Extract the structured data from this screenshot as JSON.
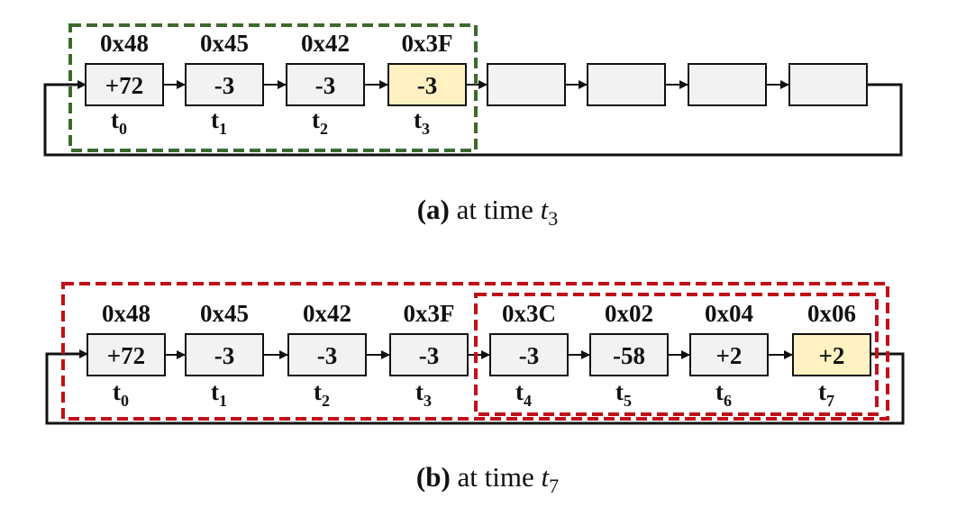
{
  "colors": {
    "box_fill": "#f2f2f2",
    "highlight_fill": "#fff1c2",
    "green_dash": "#3b6a2c",
    "red_dash": "#c0101a",
    "line": "#111111"
  },
  "panel_a": {
    "caption_label": "(a)",
    "caption_text": " at time ",
    "caption_var": "t",
    "caption_sub": "3",
    "cells": [
      {
        "addr": "0x48",
        "value": "+72",
        "t": "t",
        "t_sub": "0",
        "highlight": false
      },
      {
        "addr": "0x45",
        "value": "-3",
        "t": "t",
        "t_sub": "1",
        "highlight": false
      },
      {
        "addr": "0x42",
        "value": "-3",
        "t": "t",
        "t_sub": "2",
        "highlight": false
      },
      {
        "addr": "0x3F",
        "value": "-3",
        "t": "t",
        "t_sub": "3",
        "highlight": true
      },
      {
        "addr": "",
        "value": "",
        "t": "",
        "t_sub": "",
        "highlight": false
      },
      {
        "addr": "",
        "value": "",
        "t": "",
        "t_sub": "",
        "highlight": false
      },
      {
        "addr": "",
        "value": "",
        "t": "",
        "t_sub": "",
        "highlight": false
      },
      {
        "addr": "",
        "value": "",
        "t": "",
        "t_sub": "",
        "highlight": false
      }
    ]
  },
  "panel_b": {
    "caption_label": "(b)",
    "caption_text": " at time ",
    "caption_var": "t",
    "caption_sub": "7",
    "cells": [
      {
        "addr": "0x48",
        "value": "+72",
        "t": "t",
        "t_sub": "0",
        "highlight": false
      },
      {
        "addr": "0x45",
        "value": "-3",
        "t": "t",
        "t_sub": "1",
        "highlight": false
      },
      {
        "addr": "0x42",
        "value": "-3",
        "t": "t",
        "t_sub": "2",
        "highlight": false
      },
      {
        "addr": "0x3F",
        "value": "-3",
        "t": "t",
        "t_sub": "3",
        "highlight": false
      },
      {
        "addr": "0x3C",
        "value": "-3",
        "t": "t",
        "t_sub": "4",
        "highlight": false
      },
      {
        "addr": "0x02",
        "value": "-58",
        "t": "t",
        "t_sub": "5",
        "highlight": false
      },
      {
        "addr": "0x04",
        "value": "+2",
        "t": "t",
        "t_sub": "6",
        "highlight": false
      },
      {
        "addr": "0x06",
        "value": "+2",
        "t": "t",
        "t_sub": "7",
        "highlight": true
      }
    ]
  }
}
